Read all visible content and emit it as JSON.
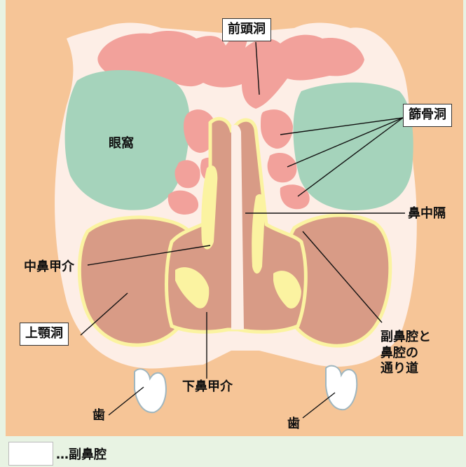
{
  "labels": {
    "frontal_sinus": "前頭洞",
    "ethmoid_sinus": "篩骨洞",
    "orbit": "眼窩",
    "nasal_septum": "鼻中隔",
    "middle_turbinate": "中鼻甲介",
    "maxillary_sinus": "上顎洞",
    "sinus_passage": "副鼻腔と\n鼻腔の\n通り道",
    "inferior_turbinate": "下鼻甲介",
    "tooth_left": "歯",
    "tooth_right": "歯"
  },
  "legend": {
    "text": "…副鼻腔"
  },
  "colors": {
    "background": "#e8f3e3",
    "skin": "#f6c597",
    "bone": "#fdeee6",
    "sinus": "#f2a19b",
    "orbit": "#a5d3bb",
    "cavity": "#d89b86",
    "mucosa": "#fbf3a1"
  }
}
